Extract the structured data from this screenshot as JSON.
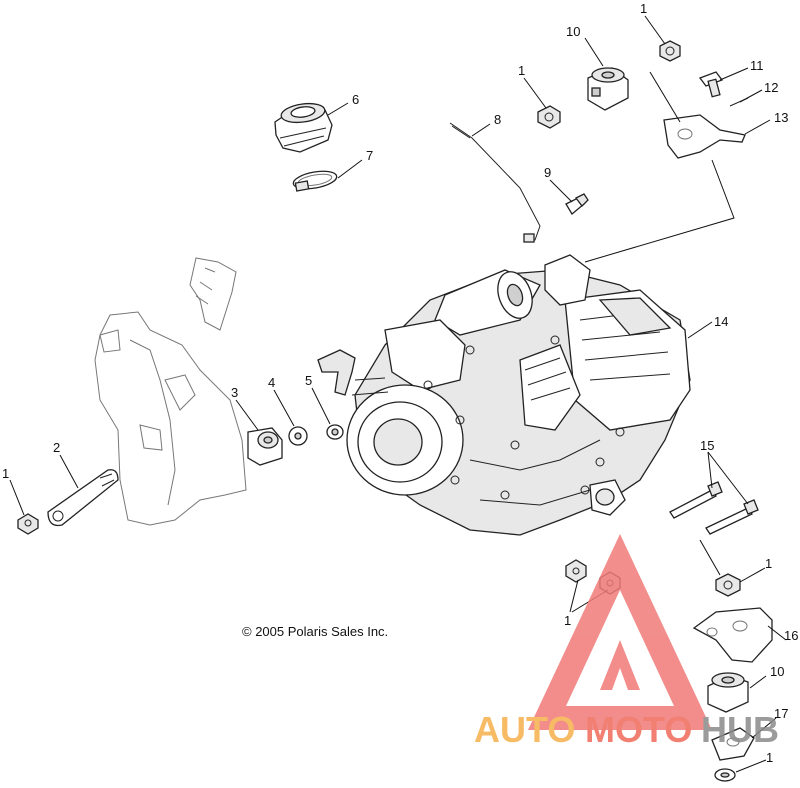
{
  "copyright": "© 2005 Polaris Sales Inc.",
  "callouts": {
    "c1a": "1",
    "c1b": "1",
    "c1c": "1",
    "c1d": "1",
    "c1e": "1",
    "c1f": "1",
    "c2": "2",
    "c3": "3",
    "c4": "4",
    "c5": "5",
    "c6": "6",
    "c7": "7",
    "c8": "8",
    "c9": "9",
    "c10a": "10",
    "c10b": "10",
    "c11": "11",
    "c12": "12",
    "c13": "13",
    "c14": "14",
    "c15": "15",
    "c16": "16",
    "c17": "17"
  },
  "watermark": {
    "auto": "AUTO",
    "moto": "MOTO",
    "hub": "HUB",
    "color_auto": "#f5b04a",
    "color_moto": "#ef6a5b",
    "color_hub": "#8a8a8a",
    "color_triangle": "#f07a78"
  }
}
